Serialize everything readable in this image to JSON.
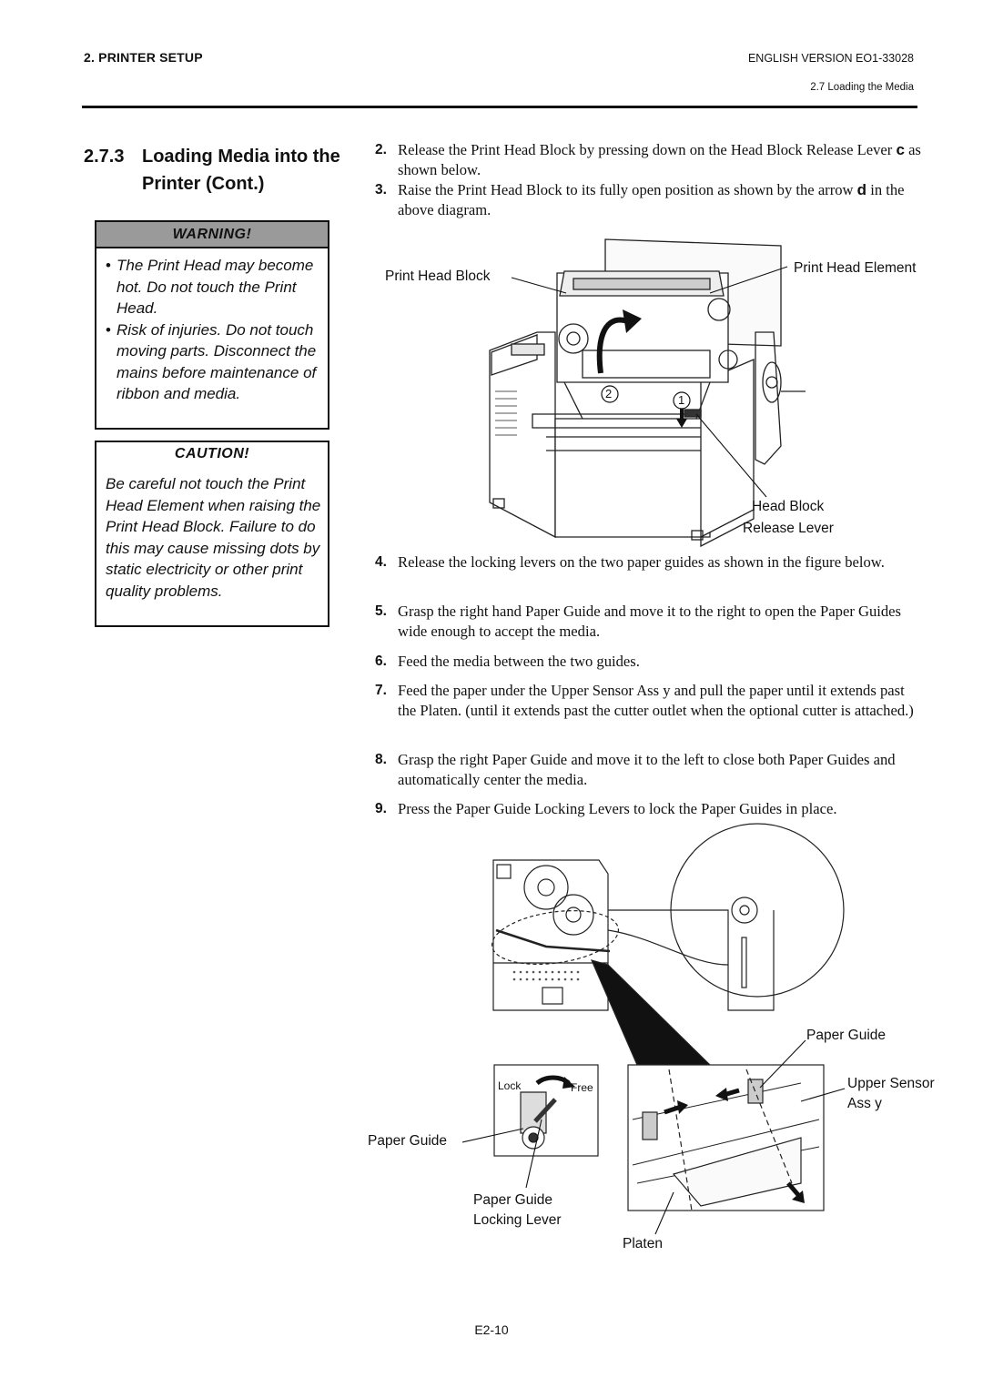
{
  "header": {
    "section": "2. PRINTER SETUP",
    "version": "ENGLISH VERSION EO1-33028",
    "subsection": "2.7 Loading the Media"
  },
  "section_title": {
    "number": "2.7.3",
    "line1": "Loading Media into the",
    "line2": "Printer (Cont.)"
  },
  "warning": {
    "heading": "WARNING!",
    "items": [
      "The Print Head may become hot.  Do not touch the Print Head.",
      "Risk of injuries.  Do not touch moving parts. Disconnect the mains before maintenance of ribbon and media."
    ]
  },
  "caution": {
    "heading": "CAUTION!",
    "body": "Be careful not touch the Print Head Element when raising the Print Head Block.  Failure to do this may cause missing dots by static electricity or other print quality problems."
  },
  "steps": [
    {
      "num": "2.",
      "pre": "Release the Print Head Block by pressing down on the Head Block Release Lever ",
      "sym": "c",
      "post": "  as shown below."
    },
    {
      "num": "3.",
      "pre": "Raise the Print Head Block to its fully open position as shown by the arrow ",
      "sym": "d",
      "post": "  in the above diagram."
    },
    {
      "num": "4.",
      "text": "Release the locking levers on the two paper guides as shown in the figure below."
    },
    {
      "num": "5.",
      "text": "Grasp the right hand Paper Guide and move it to the right to open the Paper Guides wide enough to accept the media."
    },
    {
      "num": "6.",
      "text": "Feed the media between the two guides."
    },
    {
      "num": "7.",
      "text": "Feed the paper under the Upper Sensor Ass y and pull the paper until it extends past the Platen.  (until it extends past the cutter outlet when the optional cutter is attached.)"
    },
    {
      "num": "8.",
      "text": "Grasp the right Paper Guide and move it to the left to close both Paper Guides and automatically center the media."
    },
    {
      "num": "9.",
      "text": "Press the Paper Guide Locking Levers to lock the Paper Guides in place."
    }
  ],
  "figure1": {
    "print_head_block": "Print Head Block",
    "print_head_element": "Print Head Element",
    "head_block_release_lever_1": "Head Block",
    "head_block_release_lever_2": "Release Lever",
    "marker_1": "1",
    "marker_2": "2"
  },
  "figure2": {
    "paper_guide_top": "Paper Guide",
    "upper_sensor_1": "Upper Sensor",
    "upper_sensor_2": "Ass y",
    "paper_guide_left": "Paper Guide",
    "locking_lever_1": "Paper Guide",
    "locking_lever_2": "Locking Lever",
    "platen": "Platen",
    "lock": "Lock",
    "free": "Free"
  },
  "footer": {
    "page": "E2-10"
  }
}
